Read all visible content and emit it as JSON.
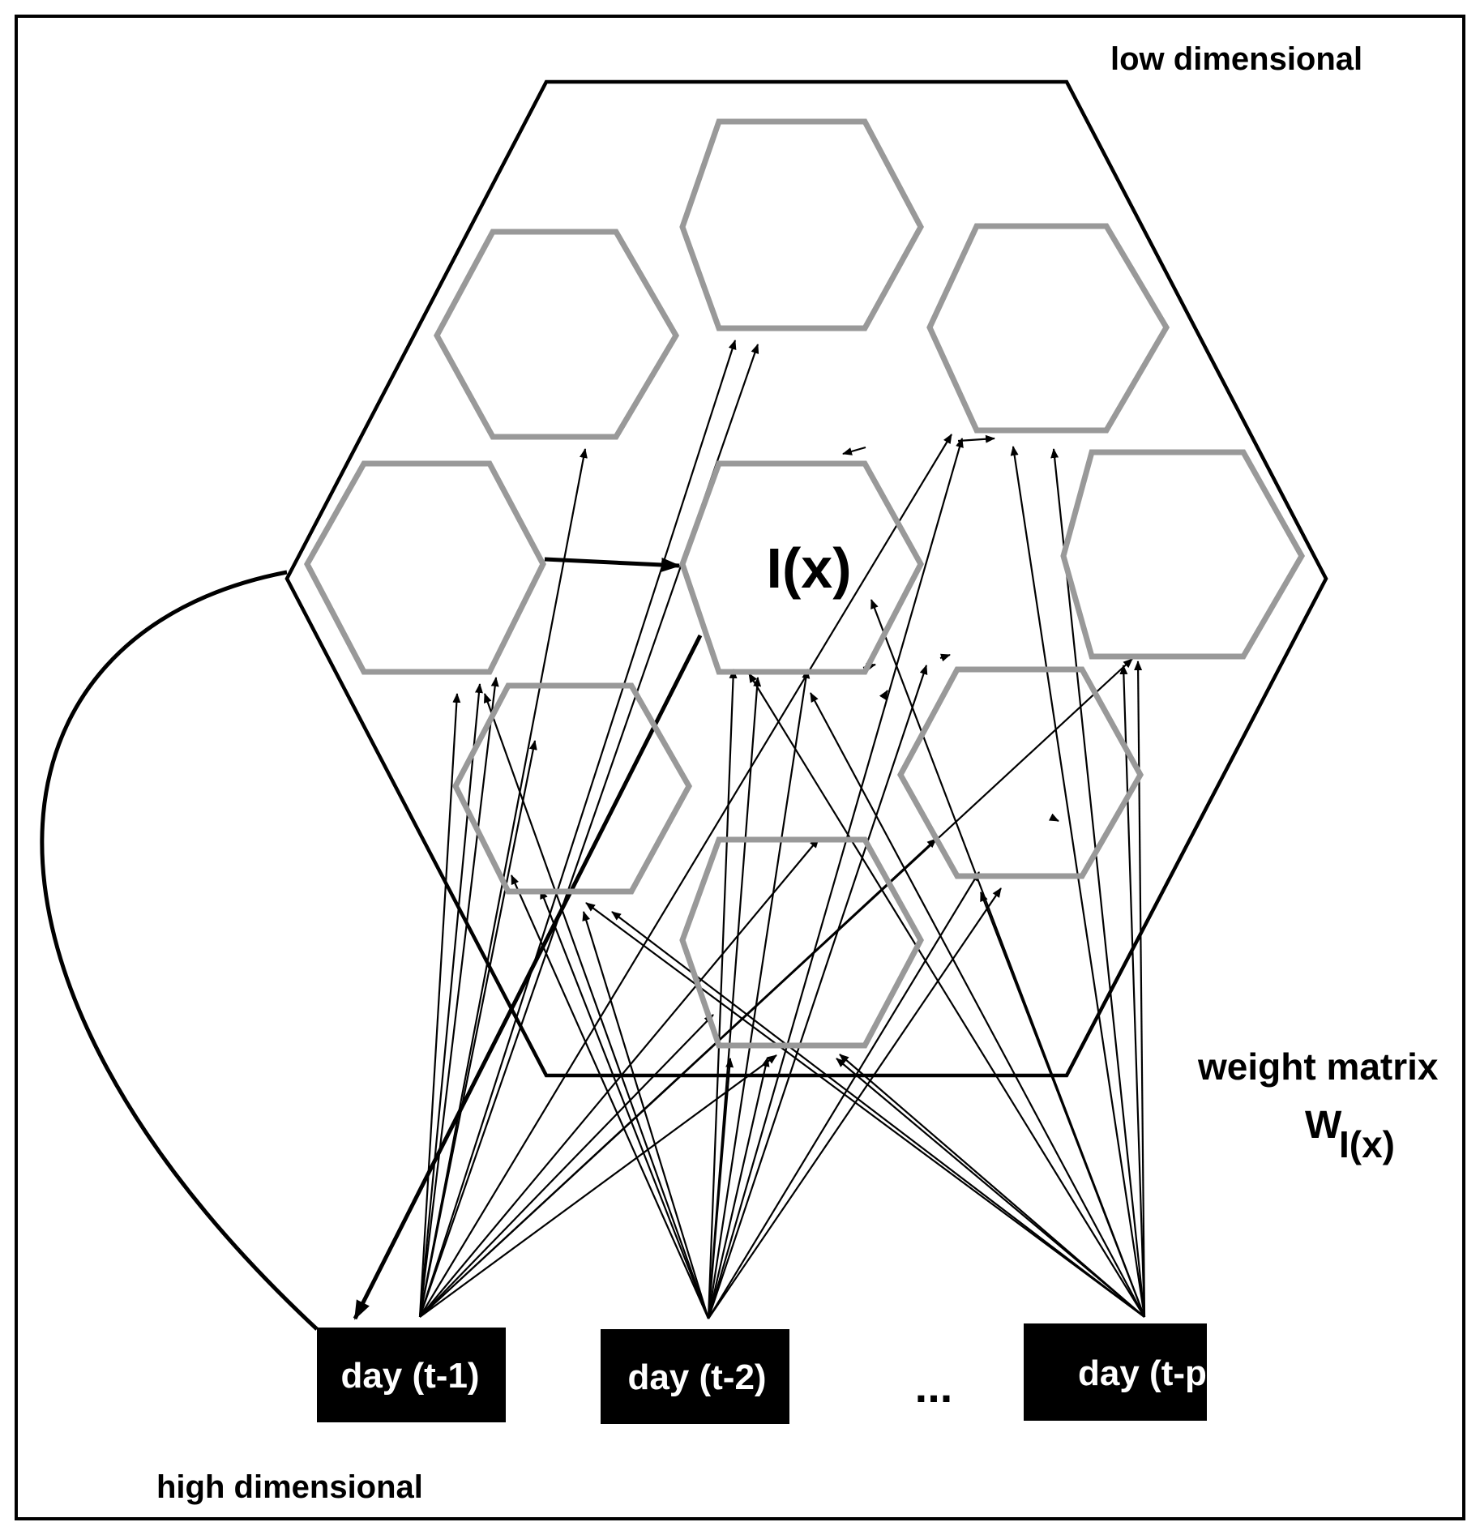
{
  "labels": {
    "low_dimensional": "low dimensional",
    "high_dimensional": "high dimensional",
    "weight_matrix": "weight matrix",
    "weight_symbol": "W",
    "weight_subscript": "I(x)",
    "winner_cell": "I(x)",
    "ellipsis": "..."
  },
  "inputs": [
    {
      "label": "day (t-1)"
    },
    {
      "label": "day (t-2)"
    },
    {
      "label": "day (t-p)"
    }
  ],
  "colors": {
    "cell_stroke": "#999999",
    "frame": "#000000",
    "input_fill": "#000000",
    "input_text": "#ffffff"
  }
}
